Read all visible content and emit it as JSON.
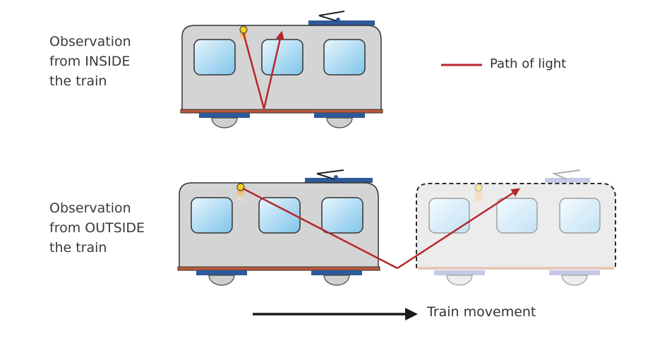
{
  "inside_label": [
    "Observation",
    "from INSIDE",
    "the train"
  ],
  "outside_label": [
    "Observation",
    "from OUTSIDE",
    "the train"
  ],
  "legend": {
    "label": "Path of light",
    "color": "#b5262b"
  },
  "movement_label": "Train movement",
  "colors": {
    "train_body": "#d4d4d4",
    "train_body_ghost": "#ececec",
    "window": "#a9d8f2",
    "floor": "#b9583a",
    "bogie": "#2d5a9a",
    "wheel": "#c8c8c8",
    "lamp": "#f3d21a",
    "arrow": "#1a1a1a"
  }
}
